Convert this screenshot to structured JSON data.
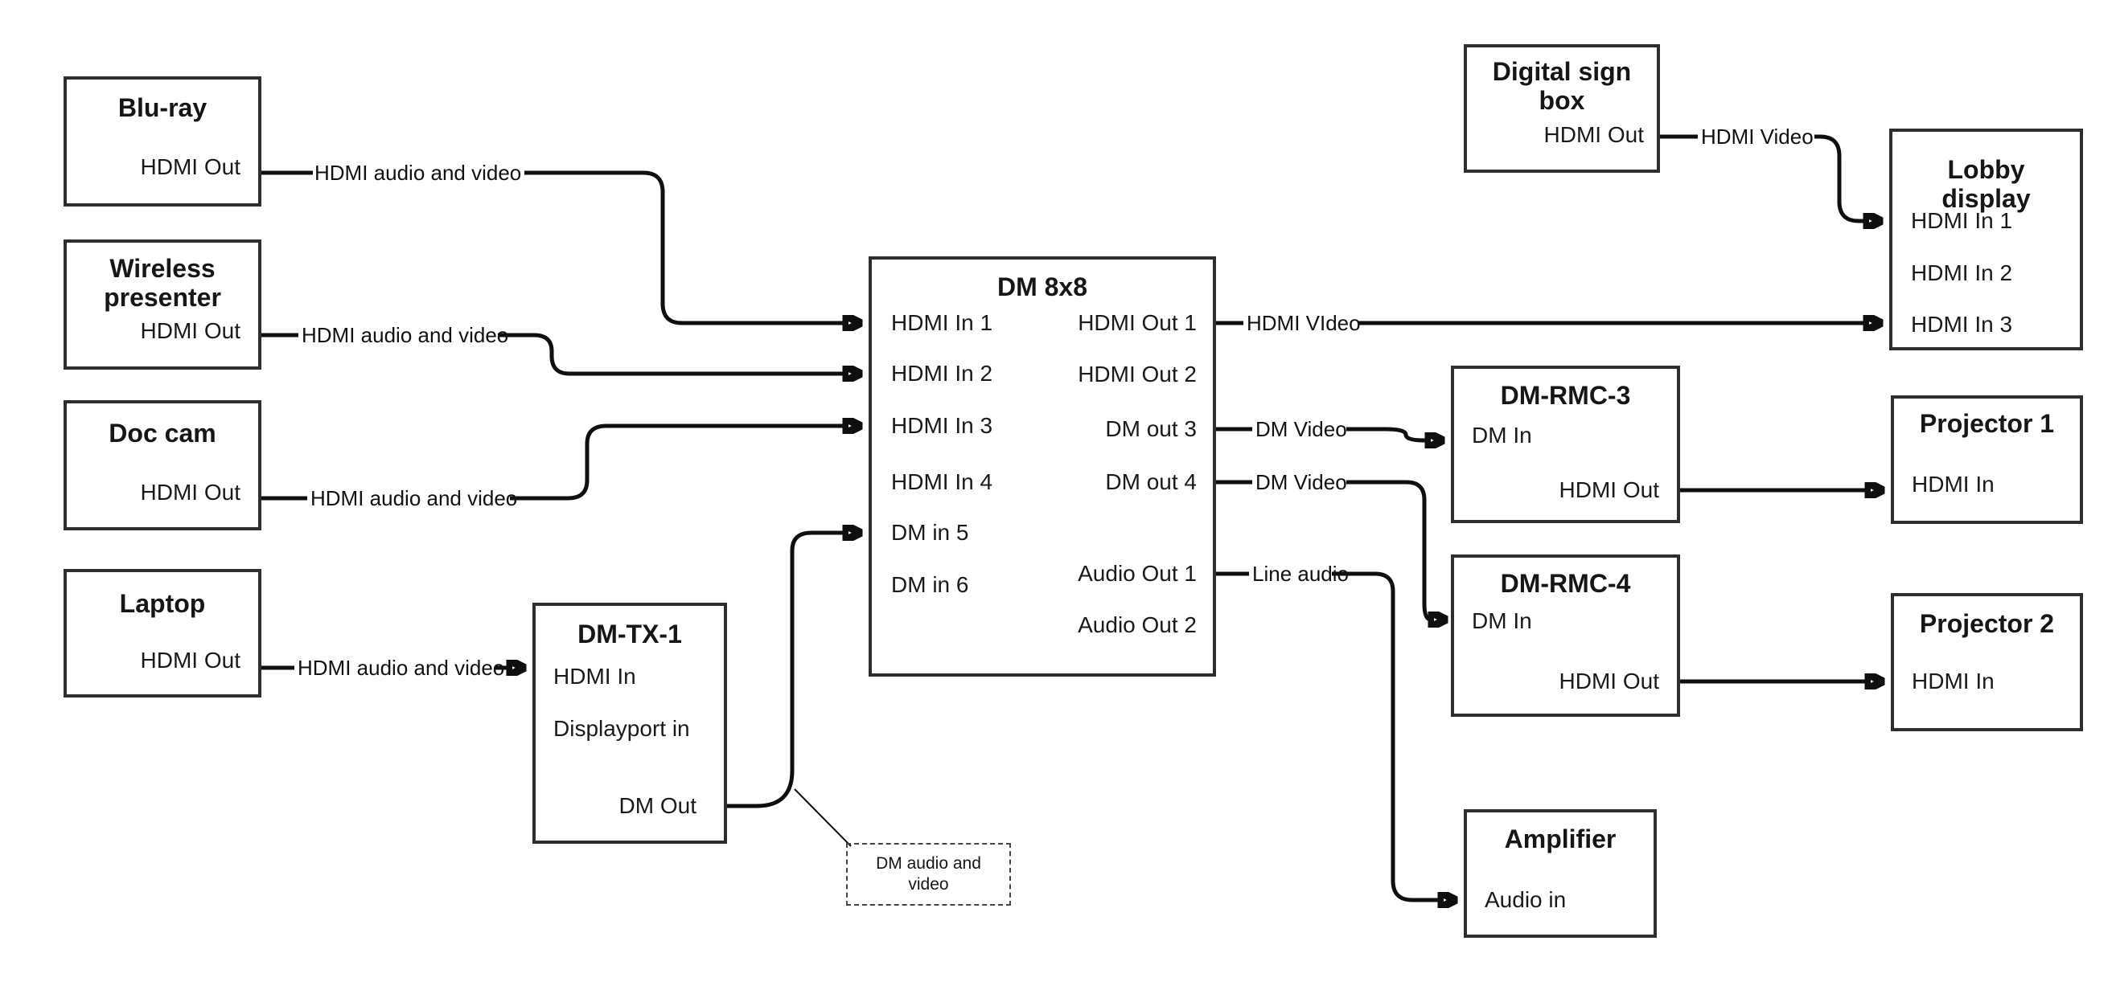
{
  "boxes": {
    "bluray": {
      "title": "Blu-ray",
      "port_hdmi_out": "HDMI Out"
    },
    "wireless": {
      "title": "Wireless presenter",
      "port_hdmi_out": "HDMI Out"
    },
    "doccam": {
      "title": "Doc cam",
      "port_hdmi_out": "HDMI Out"
    },
    "laptop": {
      "title": "Laptop",
      "port_hdmi_out": "HDMI Out"
    },
    "dmtx1": {
      "title": "DM-TX-1",
      "port_hdmi_in": "HDMI In",
      "port_displayport_in": "Displayport in",
      "port_dm_out": "DM Out"
    },
    "dm8x8": {
      "title": "DM 8x8",
      "in1": "HDMI In 1",
      "in2": "HDMI In 2",
      "in3": "HDMI In 3",
      "in4": "HDMI In 4",
      "in5": "DM in 5",
      "in6": "DM in 6",
      "out1": "HDMI Out 1",
      "out2": "HDMI Out 2",
      "out3": "DM out 3",
      "out4": "DM out 4",
      "aout1": "Audio Out 1",
      "aout2": "Audio Out 2"
    },
    "signbox": {
      "title": "Digital sign box",
      "port_hdmi_out": "HDMI Out"
    },
    "lobby": {
      "title": "Lobby display",
      "in1": "HDMI In 1",
      "in2": "HDMI In 2",
      "in3": "HDMI In 3"
    },
    "rmc3": {
      "title": "DM-RMC-3",
      "port_dm_in": "DM In",
      "port_hdmi_out": "HDMI Out"
    },
    "proj1": {
      "title": "Projector 1",
      "port_hdmi_in": "HDMI In"
    },
    "rmc4": {
      "title": "DM-RMC-4",
      "port_dm_in": "DM In",
      "port_hdmi_out": "HDMI Out"
    },
    "proj2": {
      "title": "Projector 2",
      "port_hdmi_in": "HDMI In"
    },
    "amp": {
      "title": "Amplifier",
      "port_audio_in": "Audio in"
    }
  },
  "connection_labels": {
    "hdmi_av": "HDMI audio and video",
    "hdmi_video": "HDMI Video",
    "hdmi_video_typo": "HDMI VIdeo",
    "dm_video": "DM Video",
    "line_audio": "Line audio"
  },
  "note": {
    "text": "DM audio and video"
  }
}
